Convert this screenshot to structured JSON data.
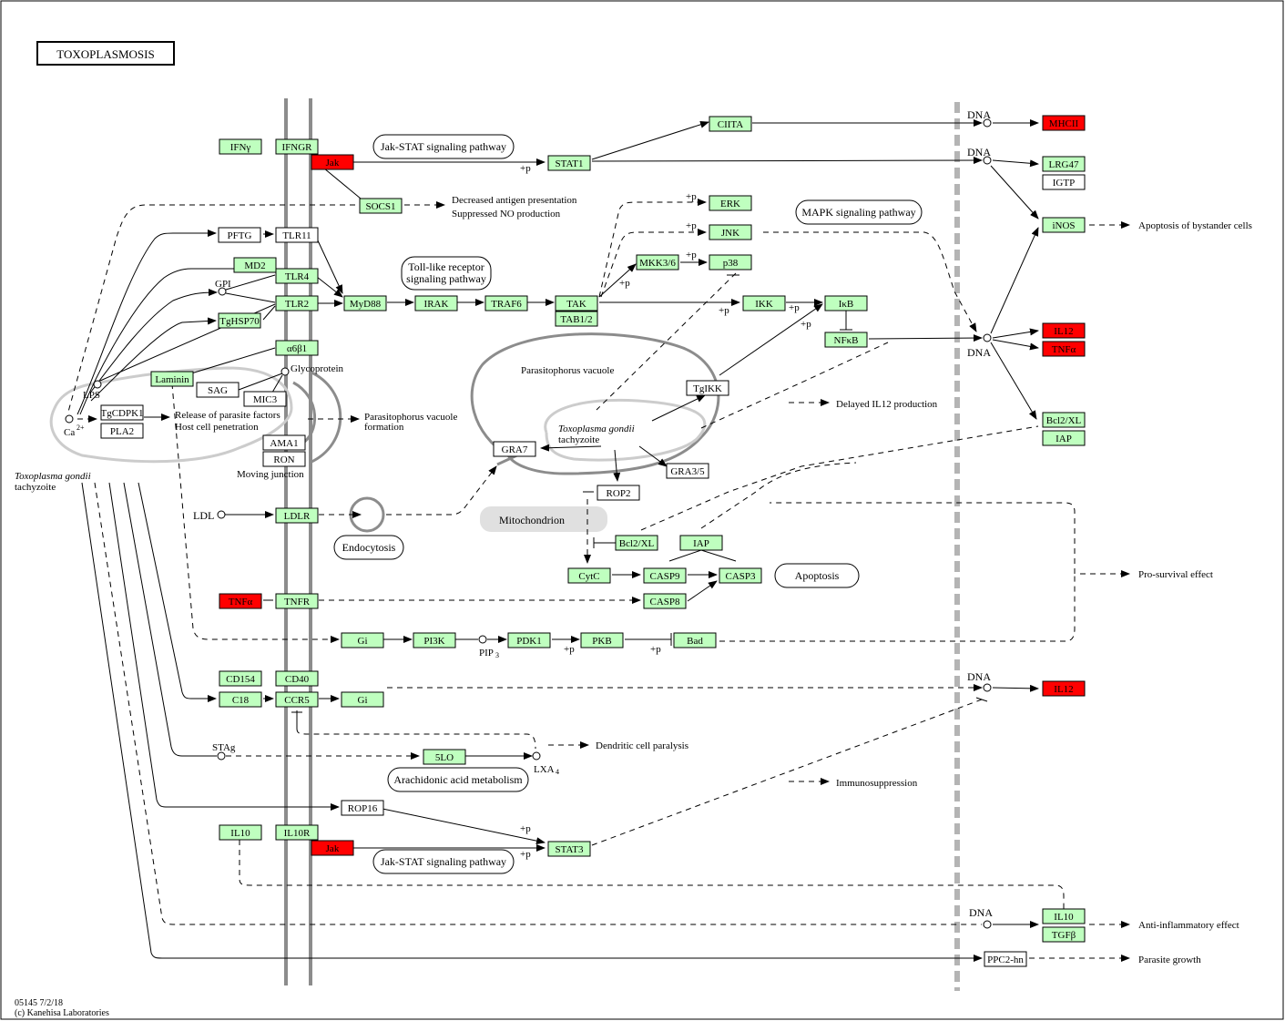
{
  "title": "TOXOPLASMOSIS",
  "footer": {
    "map_id": "05145 7/2/18",
    "copyright": "(c) Kanehisa Laboratories"
  },
  "colors": {
    "green": "#bfffbf",
    "red": "#ff0000",
    "white": "#ffffff",
    "membrane": "#8c8c8c",
    "parasite_outline": "#cccccc",
    "dna_line": "#b4b4b4",
    "mito_fill": "#e0e0e0"
  },
  "genes": {
    "IFNg": "IFNγ",
    "IFNGR": "IFNGR",
    "Jak": "Jak",
    "STAT1": "STAT1",
    "CIITA": "CIITA",
    "MHCII": "MHCII",
    "LRG47": "LRG47",
    "IGTP": "IGTP",
    "SOCS1": "SOCS1",
    "PFTG": "PFTG",
    "TLR11": "TLR11",
    "MD2": "MD2",
    "TLR4": "TLR4",
    "TLR2": "TLR2",
    "TgHSP70": "TgHSP70",
    "MyD88": "MyD88",
    "IRAK": "IRAK",
    "TRAF6": "TRAF6",
    "TAK": "TAK",
    "TAB12": "TAB1/2",
    "ERK": "ERK",
    "JNK": "JNK",
    "MKK36": "MKK3/6",
    "p38": "p38",
    "IKK": "IKK",
    "IkB": "IκB",
    "NFkB": "NFκB",
    "iNOS": "iNOS",
    "IL12": "IL12",
    "TNFa": "TNFα",
    "a6b1": "α6β1",
    "Laminin": "Laminin",
    "SAG": "SAG",
    "MIC3": "MIC3",
    "TgCDPK1": "TgCDPK1",
    "PLA2": "PLA2",
    "AMA1": "AMA1",
    "RON": "RON",
    "TgIKK": "TgIKK",
    "GRA7": "GRA7",
    "GRA35": "GRA3/5",
    "ROP2": "ROP2",
    "Bcl2XL": "Bcl2/XL",
    "IAP": "IAP",
    "LDLR": "LDLR",
    "CytC": "CytC",
    "CASP9": "CASP9",
    "CASP3": "CASP3",
    "CASP8": "CASP8",
    "TNFR": "TNFR",
    "Gi": "Gi",
    "PI3K": "PI3K",
    "PDK1": "PDK1",
    "PKB": "PKB",
    "Bad": "Bad",
    "CD154": "CD154",
    "CD40": "CD40",
    "C18": "C18",
    "CCR5": "CCR5",
    "FiveLO": "5LO",
    "ROP16": "ROP16",
    "IL10": "IL10",
    "IL10R": "IL10R",
    "STAT3": "STAT3",
    "TGFb": "TGFβ",
    "PPC2hn": "PPC2-hn"
  },
  "pathways": {
    "jak_stat": "Jak-STAT signaling pathway",
    "tlr_line1": "Toll-like receptor",
    "tlr_line2": "signaling pathway",
    "mapk": "MAPK signaling pathway",
    "endocytosis": "Endocytosis",
    "apoptosis": "Apoptosis",
    "arachidonic": "Arachidonic acid  metabolism",
    "mitochondrion": "Mitochondrion"
  },
  "labels": {
    "dna": "DNA",
    "lps": "LPS",
    "gpi": "GPI",
    "glycoprotein": "Glycoprotein",
    "ca": "Ca",
    "ca_sup": "2+",
    "ldl": "LDL",
    "pip3": "PIP",
    "pip3_sub": "3",
    "stag": "STAg",
    "lxa4": "LXA",
    "lxa4_sub": "4",
    "plus_p": "+p",
    "tg_left_1": "Toxoplasma gondii",
    "tg_left_2": "tachyzoite",
    "tg_inner_1": "Toxoplasma gondii",
    "tg_inner_2": "tachyzoite",
    "vacuole": "Parasitophorus vacuole",
    "moving_junction": "Moving junction",
    "release_1": "Release of parasite factors",
    "release_2": "Host cell penetration",
    "pv_form_1": "Parasitophorus vacuole",
    "pv_form_2": "formation",
    "decreased_1": "Decreased antigen presentation",
    "decreased_2": "Suppressed NO production",
    "apop_bystander": "Apoptosis of bystander cells",
    "delayed_il12": "Delayed IL12 production",
    "pro_survival": "Pro-survival effect",
    "dendritic": "Dendritic cell paralysis",
    "immunosuppression": "Immunosuppression",
    "anti_inflammatory": "Anti-inflammatory effect",
    "parasite_growth": "Parasite growth"
  }
}
